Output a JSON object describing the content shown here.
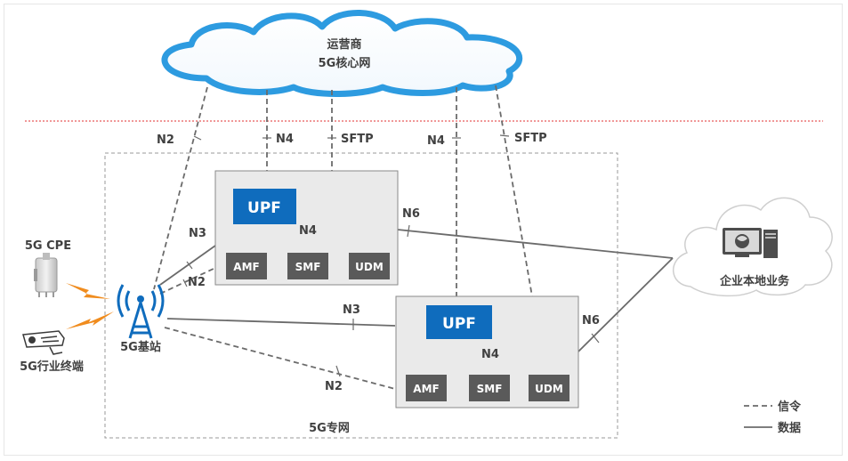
{
  "core": {
    "operator": "运营商",
    "core_name": "5G核心网"
  },
  "interfaces": {
    "n2_top": "N2",
    "n4_top_left": "N4",
    "sftp_left": "SFTP",
    "n4_top_right": "N4",
    "sftp_right": "SFTP",
    "n3_upper": "N3",
    "n2_upper": "N2",
    "n4_box1": "N4",
    "n6_box1": "N6",
    "n3_lower": "N3",
    "n4_box2": "N4",
    "n6_box2": "N6",
    "n2_lower": "N2"
  },
  "private_net_label": "5G专网",
  "box1": {
    "upf": "UPF",
    "amf": "AMF",
    "smf": "SMF",
    "udm": "UDM"
  },
  "box2": {
    "upf": "UPF",
    "amf": "AMF",
    "smf": "SMF",
    "udm": "UDM"
  },
  "devices": {
    "cpe": "5G CPE",
    "terminal": "5G行业终端",
    "base_station": "5G基站"
  },
  "enterprise": "企业本地业务",
  "legend": {
    "signal": "信令",
    "data": "数据"
  },
  "colors": {
    "upf_blue": "#0f6cbd",
    "nf_gray": "#5a5a5a",
    "cloud_blue": "#2d9be0",
    "red_line": "#e03030",
    "line_gray": "#6b6b6b"
  }
}
